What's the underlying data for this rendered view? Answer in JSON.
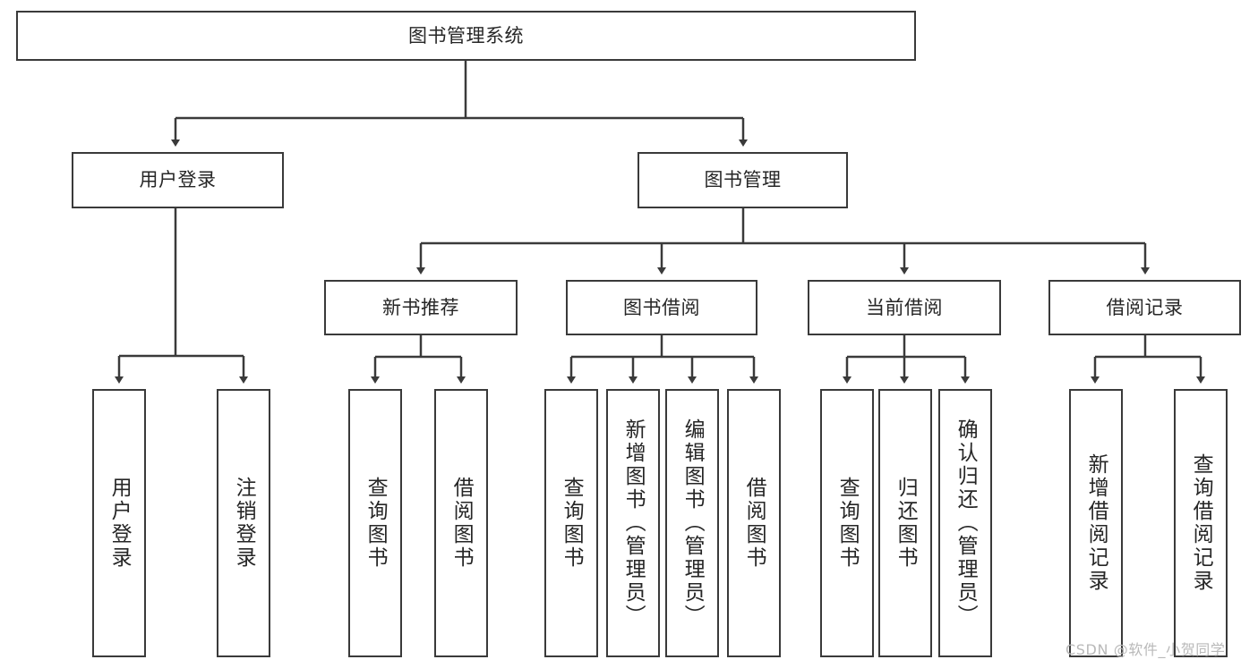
{
  "diagram": {
    "title": "图书管理系统",
    "type": "hierarchy-tree",
    "watermark": "CSDN @软件_小贺同学",
    "colors": {
      "box_border": "#3a3a3a",
      "box_fill": "#ffffff",
      "text": "#262626",
      "edge": "#3a3a3a",
      "watermark": "#b9b9b9"
    },
    "nodes": {
      "root": {
        "label": "图书管理系统"
      },
      "level1": [
        {
          "label": "用户登录"
        },
        {
          "label": "图书管理"
        }
      ],
      "level2": [
        {
          "label": "新书推荐"
        },
        {
          "label": "图书借阅"
        },
        {
          "label": "当前借阅"
        },
        {
          "label": "借阅记录"
        }
      ],
      "leaves": {
        "user_login": [
          {
            "label": "用户登录"
          },
          {
            "label": "注销登录"
          }
        ],
        "new_book_recommend": [
          {
            "label": "查询图书"
          },
          {
            "label": "借阅图书"
          }
        ],
        "book_borrow": [
          {
            "label": "查询图书"
          },
          {
            "label": "新增图书（管理员）"
          },
          {
            "label": "编辑图书（管理员）"
          },
          {
            "label": "借阅图书"
          }
        ],
        "current_borrow": [
          {
            "label": "查询图书"
          },
          {
            "label": "归还图书"
          },
          {
            "label": "确认归还（管理员）"
          }
        ],
        "borrow_record": [
          {
            "label": "新增借阅记录"
          },
          {
            "label": "查询借阅记录"
          }
        ]
      }
    }
  }
}
